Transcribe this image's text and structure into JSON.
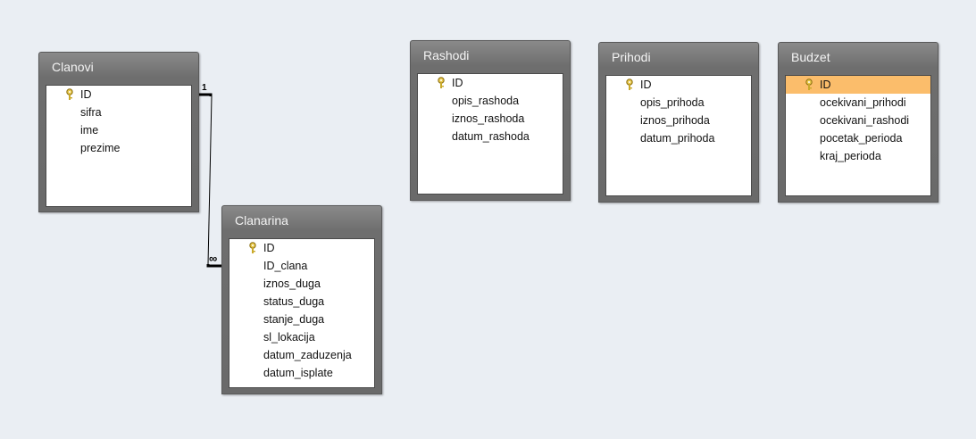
{
  "tables": {
    "clanovi": {
      "title": "Clanovi",
      "fields": [
        "ID",
        "sifra",
        "ime",
        "prezime"
      ]
    },
    "clanarina": {
      "title": "Clanarina",
      "fields": [
        "ID",
        "ID_clana",
        "iznos_duga",
        "status_duga",
        "stanje_duga",
        "sl_lokacija",
        "datum_zaduzenja",
        "datum_isplate"
      ]
    },
    "rashodi": {
      "title": "Rashodi",
      "fields": [
        "ID",
        "opis_rashoda",
        "iznos_rashoda",
        "datum_rashoda"
      ]
    },
    "prihodi": {
      "title": "Prihodi",
      "fields": [
        "ID",
        "opis_prihoda",
        "iznos_prihoda",
        "datum_prihoda"
      ]
    },
    "budzet": {
      "title": "Budzet",
      "fields": [
        "ID",
        "ocekivani_prihodi",
        "ocekivani_rashodi",
        "pocetak_perioda",
        "kraj_perioda"
      ]
    }
  },
  "relationship": {
    "one_label": "1",
    "many_label": "∞"
  },
  "colors": {
    "selected_row": "#fbbd6b",
    "canvas": "#eaeef3"
  },
  "icons": {
    "primary_key": "key-icon"
  }
}
